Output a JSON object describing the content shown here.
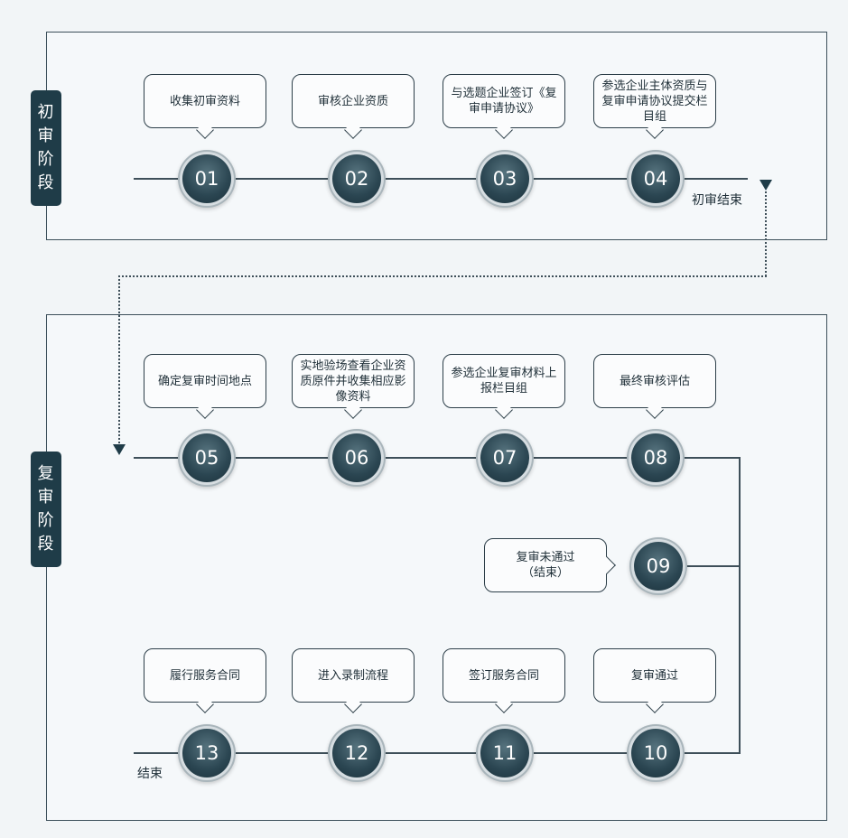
{
  "stages": [
    {
      "label": "初审阶段"
    },
    {
      "label": "复审阶段"
    }
  ],
  "steps": [
    {
      "num": "01",
      "text": "收集初审资料"
    },
    {
      "num": "02",
      "text": "审核企业资质"
    },
    {
      "num": "03",
      "text": "与选题企业签订《复审申请协议》"
    },
    {
      "num": "04",
      "text": "参选企业主体资质与复审申请协议提交栏目组"
    },
    {
      "num": "05",
      "text": "确定复审时间地点"
    },
    {
      "num": "06",
      "text": "实地验场查看企业资质原件并收集相应影像资料"
    },
    {
      "num": "07",
      "text": "参选企业复审材料上报栏目组"
    },
    {
      "num": "08",
      "text": "最终审核评估"
    },
    {
      "num": "09",
      "text": "复审未通过（结束）"
    },
    {
      "num": "10",
      "text": "复审通过"
    },
    {
      "num": "11",
      "text": "签订服务合同"
    },
    {
      "num": "12",
      "text": "进入录制流程"
    },
    {
      "num": "13",
      "text": "履行服务合同"
    }
  ],
  "labels": {
    "first_end": "初审结束",
    "end": "结束"
  },
  "colors": {
    "stage_tab": "#1f3c48",
    "frame_border": "#3c4f5a",
    "node": "#2b4652"
  }
}
